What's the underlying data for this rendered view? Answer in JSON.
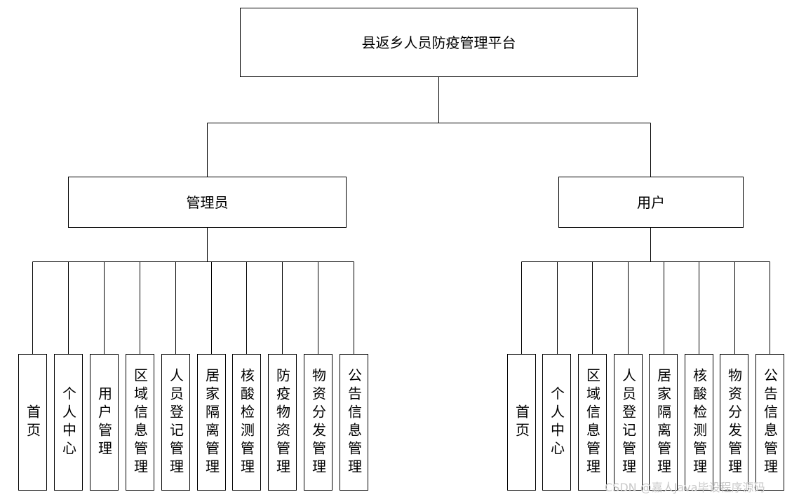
{
  "root": {
    "label": "县返乡人员防疫管理平台"
  },
  "roles": [
    {
      "label": "管理员",
      "modules": [
        "首页",
        "个人中心",
        "用户管理",
        "区域信息管理",
        "人员登记管理",
        "居家隔离管理",
        "核酸检测管理",
        "防疫物资管理",
        "物资分发管理",
        "公告信息管理"
      ]
    },
    {
      "label": "用户",
      "modules": [
        "首页",
        "个人中心",
        "区域信息管理",
        "人员登记管理",
        "居家隔离管理",
        "核酸检测管理",
        "物资分发管理",
        "公告信息管理"
      ]
    }
  ],
  "watermark": "CSDN @嘉人Java毕设程序源码"
}
